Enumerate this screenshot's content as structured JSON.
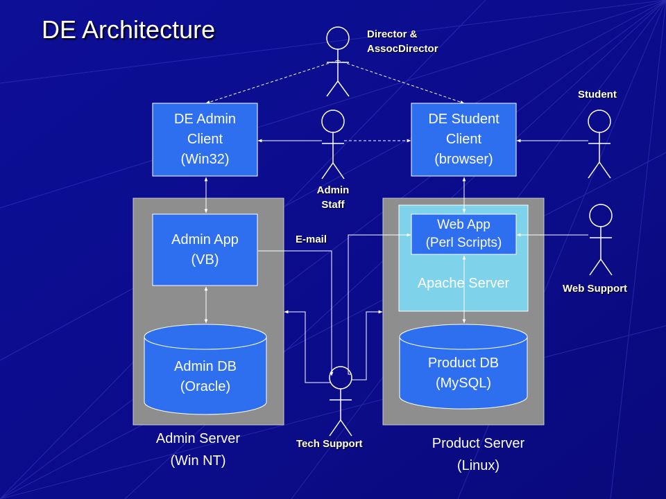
{
  "slide": {
    "title": "DE Architecture"
  },
  "colors": {
    "background": "#0b0c8c",
    "server_box": "#8e8e8e",
    "component_box": "#2e6ff0",
    "apache_box": "#7ed2ea",
    "connector": "#ffffff",
    "actor": "#ffffff"
  },
  "components": {
    "de_admin_client": "DE Admin\nClient\n(Win32)",
    "de_student_client": "DE Student\nClient\n(browser)",
    "admin_app": "Admin App\n(VB)",
    "web_app": "Web App\n(Perl Scripts)",
    "apache_server": "Apache Server",
    "admin_db": "Admin DB\n(Oracle)",
    "product_db": "Product DB\n(MySQL)"
  },
  "servers": {
    "admin_server": "Admin Server\n(Win NT)",
    "product_server": "Product Server\n(Linux)"
  },
  "actors": {
    "director": "Director &\nAssocDirector",
    "student": "Student",
    "admin_staff": "Admin\nStaff",
    "web_support": "Web Support",
    "tech_support": "Tech Support"
  },
  "connectors": {
    "email_label": "E-mail"
  }
}
